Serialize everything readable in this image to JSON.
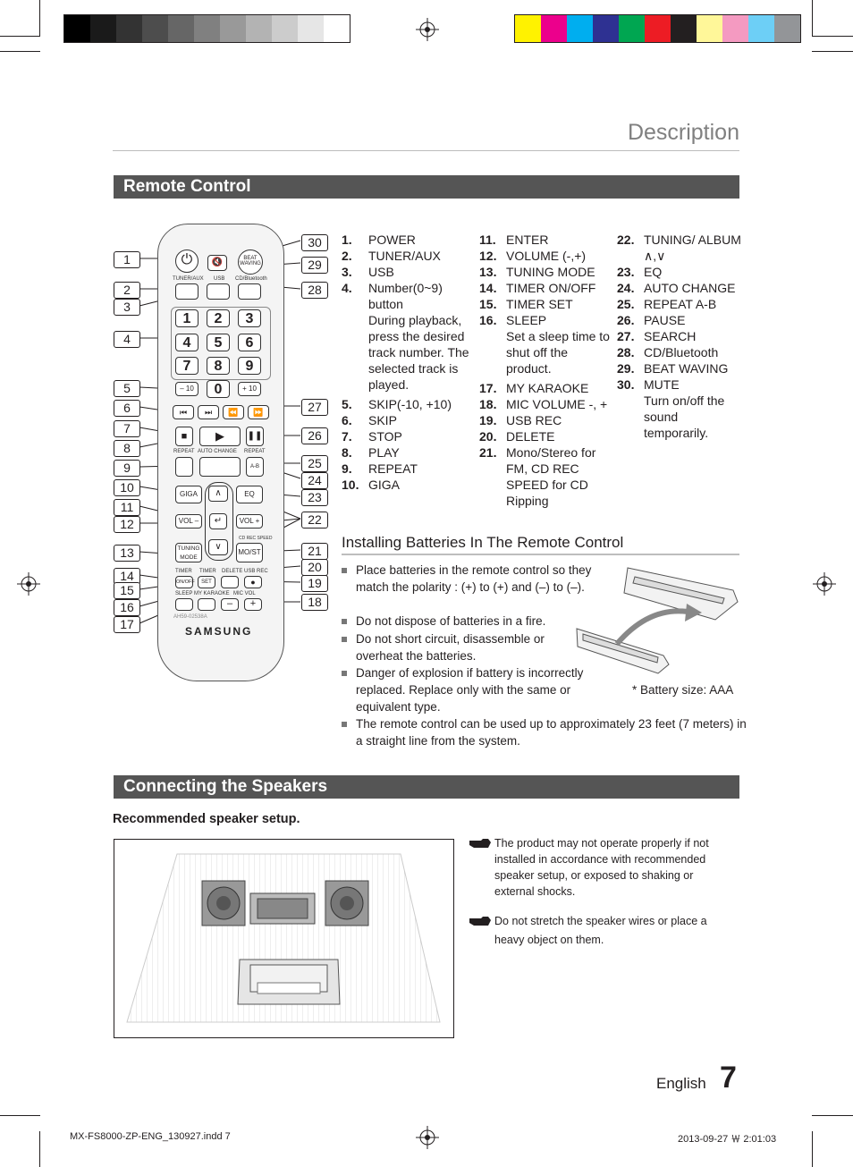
{
  "page_title": "Description",
  "section_remote": "Remote Control",
  "remote_labels": {
    "tuner_aux": "TUNER/AUX",
    "usb": "USB",
    "cd": "CD/Bluetooth",
    "beat": "BEAT WAVING",
    "repeat": "REPEAT",
    "auto_change": "AUTO CHANGE",
    "repeat2": "REPEAT",
    "giga": "GIGA",
    "eq": "EQ",
    "vol_minus": "VOL –",
    "vol_plus": "VOL +",
    "tuning_mode": "TUNING MODE",
    "mo_st": "MO/ST",
    "timer": "TIMER",
    "timer2": "TIMER",
    "delete": "DELETE",
    "usb_rec": "USB REC",
    "on_off": "ON/OFF",
    "set": "SET",
    "sleep": "SLEEP",
    "my_karaoke": "MY KARAOKE",
    "mic_vol": "MIC VOL",
    "model": "AH59-02538A",
    "brand": "SAMSUNG",
    "ab": "A-B",
    "cd_rec": "CD REC SPEED",
    "minus10": "– 10",
    "plus10": "+ 10",
    "digits": [
      "1",
      "2",
      "3",
      "4",
      "5",
      "6",
      "7",
      "8",
      "9",
      "0"
    ]
  },
  "callouts_left": [
    "1",
    "2",
    "3",
    "4",
    "5",
    "6",
    "7",
    "8",
    "9",
    "10",
    "11",
    "12",
    "13",
    "14",
    "15",
    "16",
    "17"
  ],
  "callouts_right": [
    "30",
    "29",
    "28",
    "27",
    "26",
    "25",
    "24",
    "23",
    "22",
    "21",
    "20",
    "19",
    "18"
  ],
  "list_col1": [
    {
      "n": "1.",
      "t": "POWER"
    },
    {
      "n": "2.",
      "t": "TUNER/AUX"
    },
    {
      "n": "3.",
      "t": "USB"
    },
    {
      "n": "4.",
      "t": "Number(0~9) button",
      "d": "During playback, press the desired track number. The selected track is played."
    },
    {
      "n": "5.",
      "t": "SKIP(-10, +10)"
    },
    {
      "n": "6.",
      "t": "SKIP"
    },
    {
      "n": "7.",
      "t": "STOP"
    },
    {
      "n": "8.",
      "t": "PLAY"
    },
    {
      "n": "9.",
      "t": "REPEAT"
    },
    {
      "n": "10.",
      "t": "GIGA"
    }
  ],
  "list_col2": [
    {
      "n": "11.",
      "t": "ENTER"
    },
    {
      "n": "12.",
      "t": "VOLUME (-,+)"
    },
    {
      "n": "13.",
      "t": "TUNING MODE"
    },
    {
      "n": "14.",
      "t": "TIMER ON/OFF"
    },
    {
      "n": "15.",
      "t": "TIMER SET"
    },
    {
      "n": "16.",
      "t": "SLEEP",
      "d": "Set a sleep time to shut off the product."
    },
    {
      "n": "17.",
      "t": "MY KARAOKE"
    },
    {
      "n": "18.",
      "t": "MIC VOLUME -, +"
    },
    {
      "n": "19.",
      "t": "USB REC"
    },
    {
      "n": "20.",
      "t": "DELETE"
    },
    {
      "n": "21.",
      "t": "Mono/Stereo for FM, CD REC SPEED for CD Ripping"
    }
  ],
  "list_col3": [
    {
      "n": "22.",
      "t": "TUNING/ ALBUM ∧,∨"
    },
    {
      "n": "23.",
      "t": "EQ"
    },
    {
      "n": "24.",
      "t": "AUTO CHANGE"
    },
    {
      "n": "25.",
      "t": "REPEAT A-B"
    },
    {
      "n": "26.",
      "t": "PAUSE"
    },
    {
      "n": "27.",
      "t": "SEARCH"
    },
    {
      "n": "28.",
      "t": "CD/Bluetooth"
    },
    {
      "n": "29.",
      "t": "BEAT WAVING"
    },
    {
      "n": "30.",
      "t": "MUTE",
      "d": "Turn on/off the sound temporarily."
    }
  ],
  "batteries_heading": "Installing Batteries In The Remote Control",
  "battery_bullets": [
    "Place batteries in the remote control so they match the polarity : (+) to (+) and (–) to (–).",
    "Do not dispose of batteries in a fire.",
    "Do not short circuit, disassemble or overheat the batteries.",
    "Danger of explosion if battery is incorrectly replaced. Replace only with the same or equivalent type.",
    "The remote control can be used up to approximately 23 feet (7 meters) in a straight line from the system."
  ],
  "battery_size": "* Battery size: AAA",
  "section_speakers": "Connecting the Speakers",
  "recommended": "Recommended speaker setup.",
  "notes": [
    "The product may not operate properly if not installed in accordance with recommended speaker setup, or exposed to shaking or external shocks.",
    "Do not stretch the speaker wires or place a heavy object on them."
  ],
  "footer_lang": "English",
  "page_number": "7",
  "footer_file": "MX-FS8000-ZP-ENG_130927.indd   7",
  "footer_date": "2013-09-27   ￦ 2:01:03",
  "colors": {
    "gray_bar": [
      "#000000",
      "#1a1a1a",
      "#333333",
      "#4d4d4d",
      "#666666",
      "#808080",
      "#999999",
      "#b3b3b3",
      "#cccccc",
      "#e6e6e6",
      "#ffffff"
    ],
    "color_bar": [
      "#fff200",
      "#ec008c",
      "#00aeef",
      "#2e3192",
      "#00a651",
      "#ed1c24",
      "#231f20",
      "#fff799",
      "#f49ac1",
      "#6dcff6",
      "#939598"
    ]
  }
}
